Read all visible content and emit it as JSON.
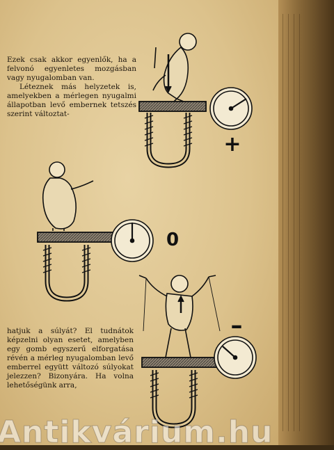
{
  "top_text": {
    "para1": "Ezek csak akkor egyenlők, ha a felvonó egyenletes mozgásban vagy nyugalomban van.",
    "para2": "Léteznek más helyzetek is, amelyekben a mérlegen nyugalmi állapotban levő embernek tetszés szerint változtat-"
  },
  "bottom_text": {
    "body": "hatjuk a súlyát? El tudnátok képzelni olyan esetet, amelyben egy gomb egyszerű elforgatása révén a mérleg nyugalomban levő emberrel együtt változó súlyokat jelezzen? Bizonyára. Ha volna lehetőségünk arra,"
  },
  "figures": {
    "plus_symbol": "+",
    "zero_symbol": "0",
    "minus_symbol": "–"
  },
  "watermark": "Antikvárium.hu",
  "colors": {
    "paper": "#e0c894",
    "ink": "#1c150c"
  }
}
